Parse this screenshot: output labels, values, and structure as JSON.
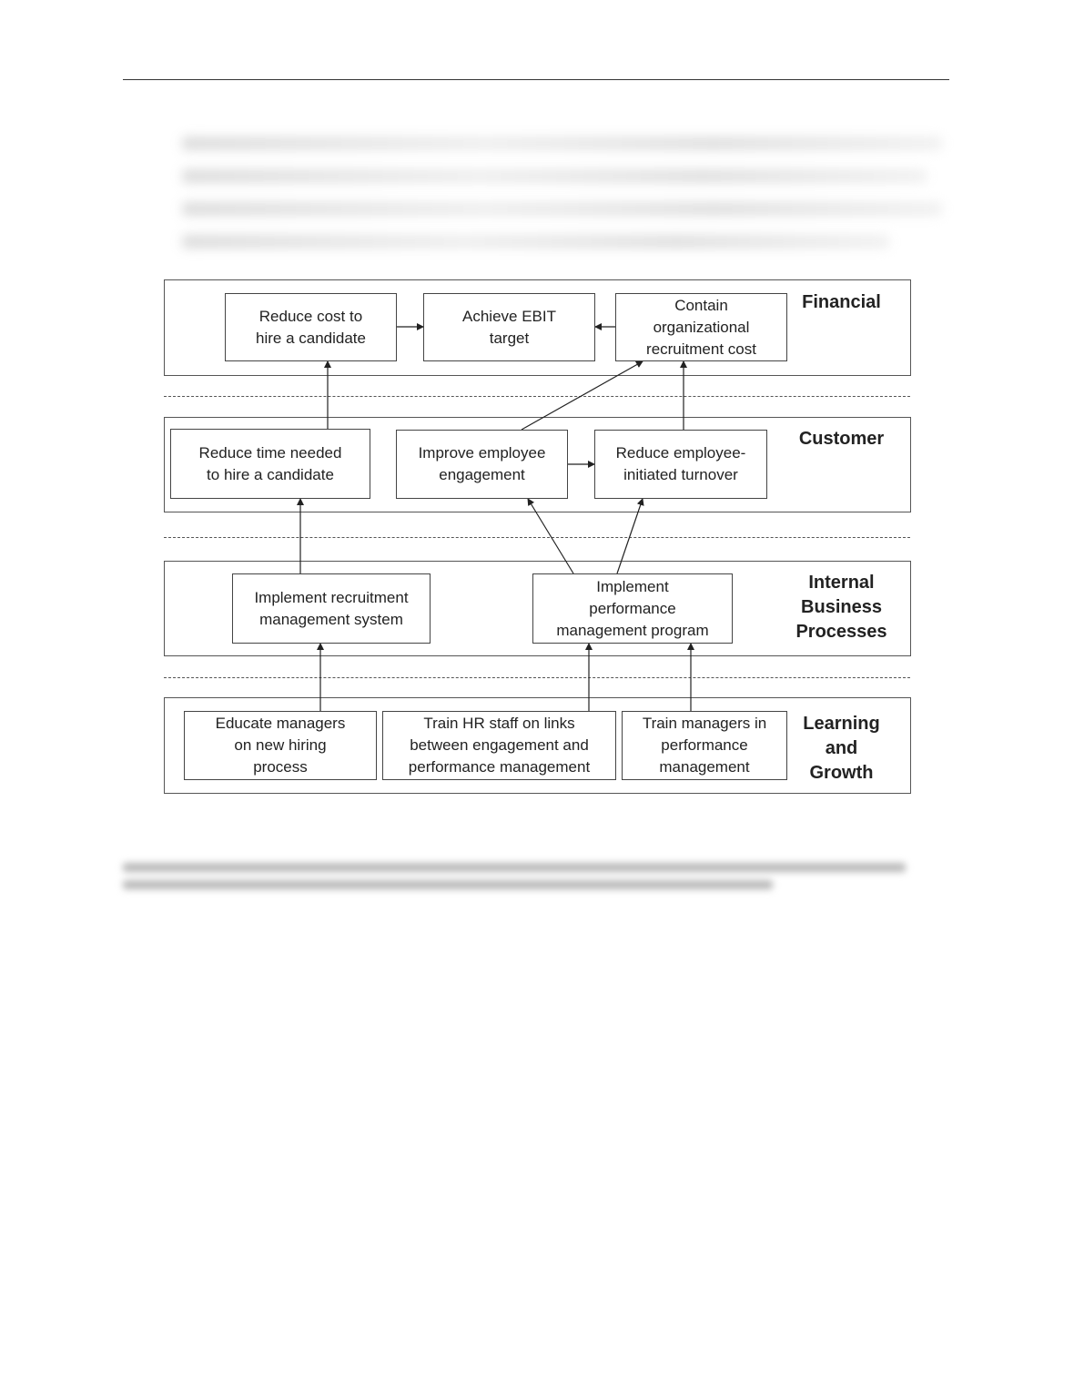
{
  "diagram": {
    "perspectives": {
      "financial": "Financial",
      "customer": "Customer",
      "internal": "Internal\nBusiness\nProcesses",
      "learning": "Learning\nand\nGrowth"
    },
    "nodes": {
      "reduce_cost": "Reduce cost to\nhire a candidate",
      "achieve_ebit": "Achieve EBIT\ntarget",
      "contain_cost": "Contain\norganizational\nrecruitment cost",
      "reduce_time": "Reduce time needed\nto hire a candidate",
      "improve_engagement": "Improve employee\nengagement",
      "reduce_turnover": "Reduce employee-\ninitiated turnover",
      "implement_recruitment": "Implement recruitment\nmanagement system",
      "implement_performance": "Implement\nperformance\nmanagement program",
      "educate_managers": "Educate managers\non new hiring\nprocess",
      "train_hr": "Train HR staff on links\nbetween engagement and\nperformance management",
      "train_managers": "Train managers in\nperformance\nmanagement"
    },
    "links": [
      {
        "from": "reduce_cost",
        "to": "achieve_ebit"
      },
      {
        "from": "contain_cost",
        "to": "achieve_ebit"
      },
      {
        "from": "reduce_time",
        "to": "reduce_cost"
      },
      {
        "from": "improve_engagement",
        "to": "contain_cost"
      },
      {
        "from": "reduce_turnover",
        "to": "contain_cost"
      },
      {
        "from": "improve_engagement",
        "to": "reduce_turnover"
      },
      {
        "from": "implement_recruitment",
        "to": "reduce_time"
      },
      {
        "from": "implement_performance",
        "to": "improve_engagement"
      },
      {
        "from": "implement_performance",
        "to": "reduce_turnover"
      },
      {
        "from": "educate_managers",
        "to": "implement_recruitment"
      },
      {
        "from": "train_hr",
        "to": "implement_performance"
      },
      {
        "from": "train_managers",
        "to": "implement_performance"
      }
    ]
  }
}
